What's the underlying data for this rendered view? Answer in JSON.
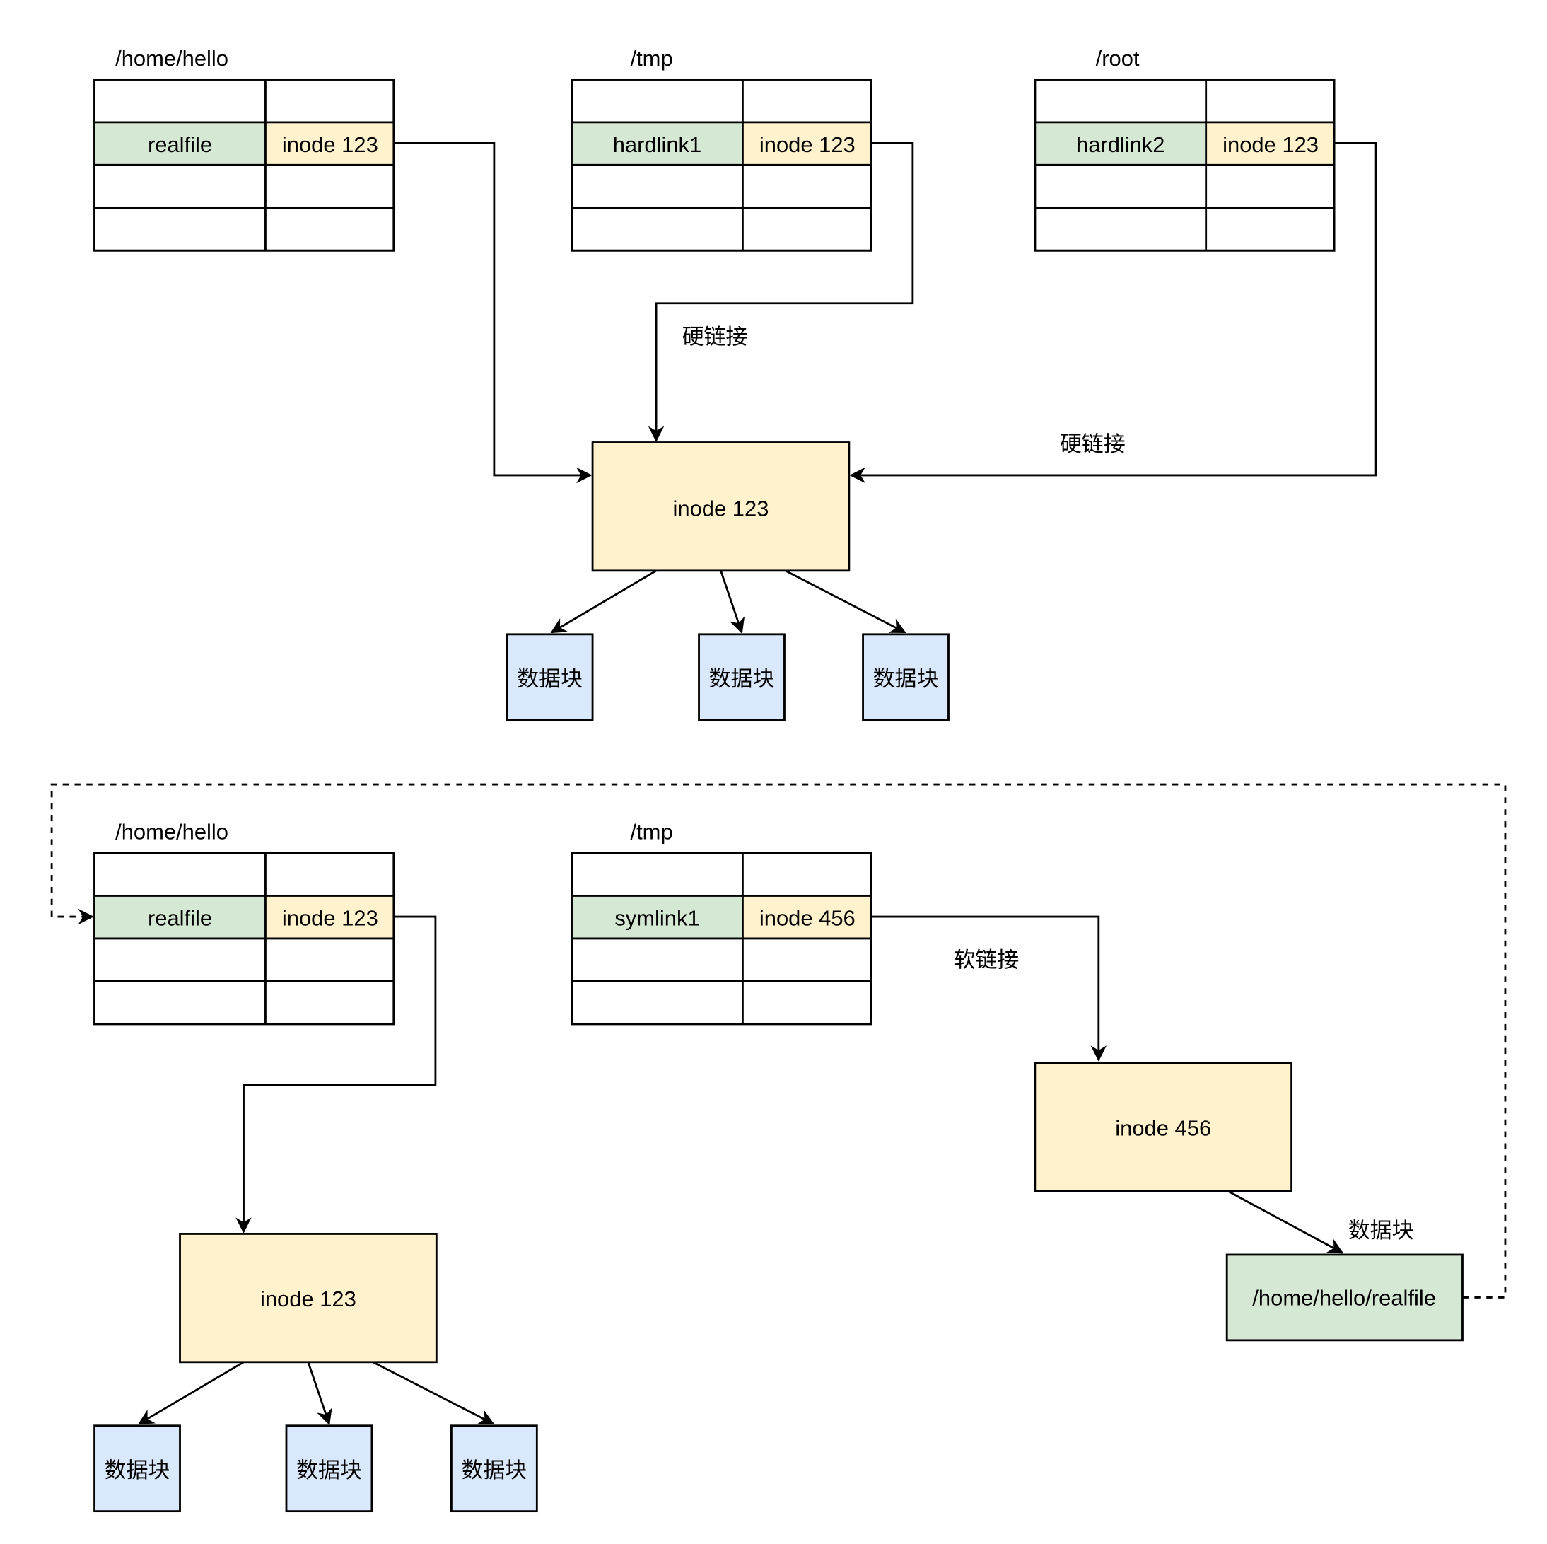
{
  "colors": {
    "name_fill": "#d5e8d4",
    "inode_fill": "#fff2cc",
    "block_fill": "#dae8fc",
    "target_fill": "#d5e8d4",
    "stroke": "#000000"
  },
  "hard_link_section": {
    "dirs": [
      {
        "path": "/home/hello",
        "name": "realfile",
        "inode": "inode 123"
      },
      {
        "path": "/tmp",
        "name": "hardlink1",
        "inode": "inode 123"
      },
      {
        "path": "/root",
        "name": "hardlink2",
        "inode": "inode 123"
      }
    ],
    "inode_box": "inode 123",
    "edge_label_tmp": "硬链接",
    "edge_label_root": "硬链接",
    "blocks": [
      "数据块",
      "数据块",
      "数据块"
    ]
  },
  "soft_link_section": {
    "dirs": [
      {
        "path": "/home/hello",
        "name": "realfile",
        "inode": "inode 123"
      },
      {
        "path": "/tmp",
        "name": "symlink1",
        "inode": "inode 456"
      }
    ],
    "inode_box_real": "inode 123",
    "blocks": [
      "数据块",
      "数据块",
      "数据块"
    ],
    "edge_label_symlink": "软链接",
    "inode_box_symlink": "inode 456",
    "data_block_label": "数据块",
    "target_path": "/home/hello/realfile"
  }
}
